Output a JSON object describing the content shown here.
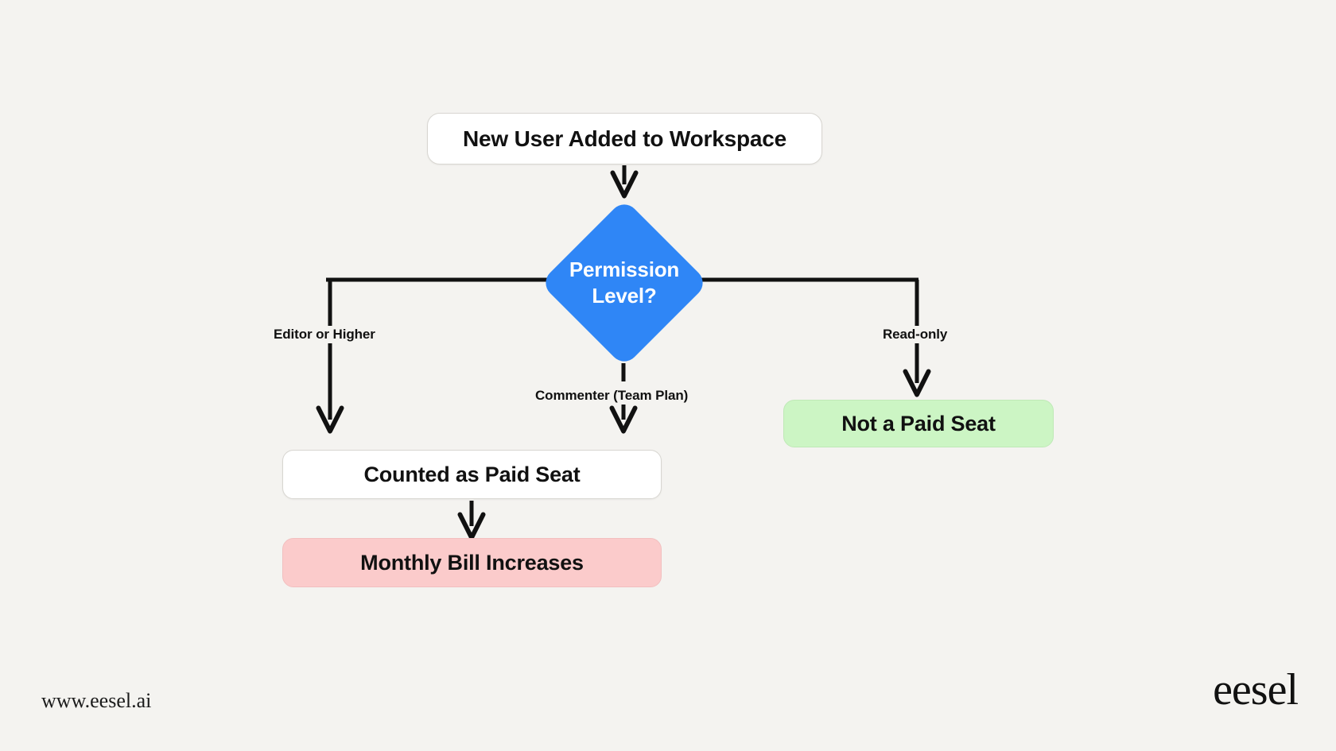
{
  "diagram": {
    "type": "flowchart",
    "title": "Workspace seat billing decision flow",
    "background_color": "#f4f3f0",
    "nodes": [
      {
        "id": "start",
        "label": "New User Added to Workspace",
        "shape": "rounded-rect",
        "fill": "#ffffff",
        "text_color": "#111111"
      },
      {
        "id": "decision",
        "label": "Permission Level?",
        "label_line1": "Permission",
        "label_line2": "Level?",
        "shape": "diamond",
        "fill": "#2f86f6",
        "text_color": "#ffffff"
      },
      {
        "id": "paid_seat",
        "label": "Counted as Paid Seat",
        "shape": "rounded-rect",
        "fill": "#ffffff",
        "text_color": "#111111"
      },
      {
        "id": "bill_up",
        "label": "Monthly Bill Increases",
        "shape": "rounded-rect",
        "fill": "#fbcbcb",
        "text_color": "#111111"
      },
      {
        "id": "not_paid",
        "label": "Not a Paid Seat",
        "shape": "rounded-rect",
        "fill": "#ccf5c4",
        "text_color": "#111111"
      }
    ],
    "edges": [
      {
        "from": "start",
        "to": "decision",
        "label": ""
      },
      {
        "from": "decision",
        "to": "paid_seat",
        "label": "Editor or Higher"
      },
      {
        "from": "decision",
        "to": "paid_seat",
        "label": "Commenter (Team Plan)"
      },
      {
        "from": "decision",
        "to": "not_paid",
        "label": "Read-only"
      },
      {
        "from": "paid_seat",
        "to": "bill_up",
        "label": ""
      }
    ]
  },
  "footer": {
    "url": "www.eesel.ai",
    "logo": "eesel"
  }
}
